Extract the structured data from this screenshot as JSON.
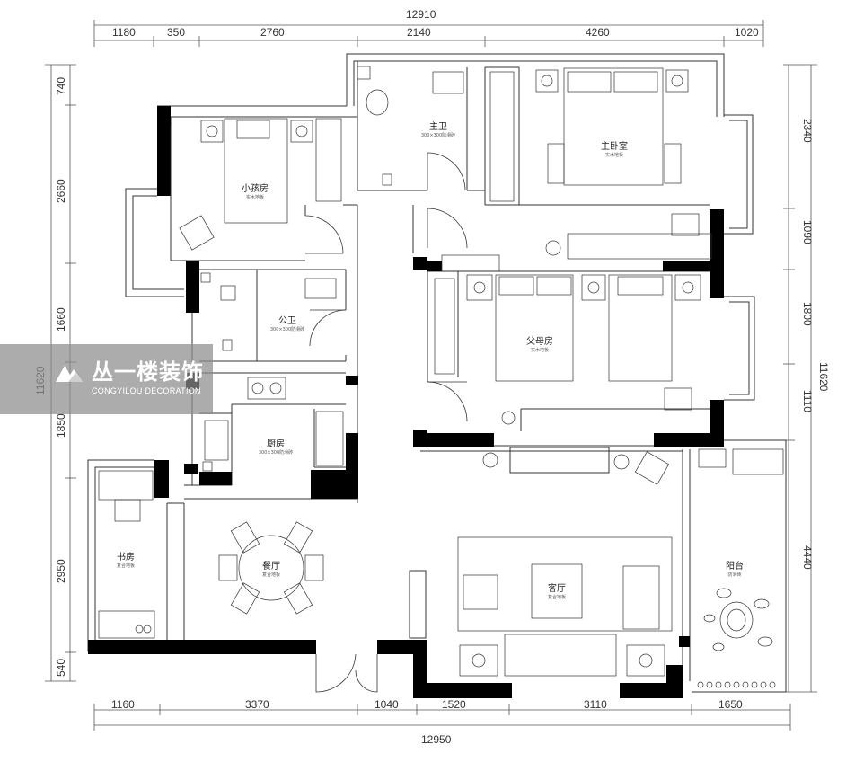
{
  "dimensions": {
    "top_total": "12910",
    "top": [
      "1180",
      "350",
      "2760",
      "2140",
      "4260",
      "1020"
    ],
    "bottom_total": "12950",
    "bottom": [
      "1160",
      "3370",
      "1040",
      "1520",
      "3110",
      "1650"
    ],
    "left_total": "11620",
    "left": [
      "740",
      "2660",
      "1660",
      "1850",
      "2950",
      "540"
    ],
    "right_total": "11620",
    "right": [
      "2340",
      "1090",
      "1800",
      "1110",
      "4440"
    ]
  },
  "rooms": {
    "master_bath": {
      "name": "主卫",
      "floor": "300×300防滑砖"
    },
    "master_bedroom": {
      "name": "主卧室",
      "floor": "实木地板"
    },
    "kids_room": {
      "name": "小孩房",
      "floor": "实木地板"
    },
    "common_bath": {
      "name": "公卫",
      "floor": "300×300防滑砖"
    },
    "parents_room": {
      "name": "父母房",
      "floor": "实木地板"
    },
    "kitchen": {
      "name": "厨房",
      "floor": "300×300防滑砖"
    },
    "study": {
      "name": "书房",
      "floor": "复合地板"
    },
    "dining": {
      "name": "餐厅",
      "floor": "复合地板"
    },
    "living": {
      "name": "客厅",
      "floor": "复合地板"
    },
    "balcony": {
      "name": "阳台",
      "floor": "防滑砖"
    }
  },
  "watermark": {
    "title": "丛一楼装饰",
    "subtitle": "CONGYILOU DECORATION",
    "logo_icon": "mountain-logo-icon"
  }
}
